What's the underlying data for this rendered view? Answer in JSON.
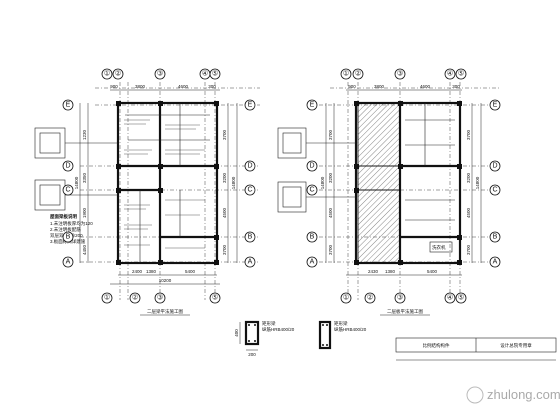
{
  "left_plan": {
    "top_axes": [
      "①",
      "②",
      "③",
      "④",
      "⑤"
    ],
    "bottom_axes": [
      "①",
      "②",
      "③",
      "⑤"
    ],
    "row_axes": [
      "E",
      "D",
      "C",
      "B",
      "A"
    ],
    "top_dims": [
      "900",
      "3800",
      "4600",
      "300"
    ],
    "bottom_dims": [
      "2400",
      "1380",
      "5400"
    ],
    "bottom_total": "10200",
    "left_dims": [
      "1230",
      "3350",
      "1900",
      "4450"
    ],
    "left_total": "14800",
    "right_dims": [
      "3700",
      "3200",
      "4500",
      "3700"
    ],
    "right_total": "14800",
    "legend_title": "屋面梁板说明",
    "legend_lines": [
      "1.未注明板厚均为120",
      "2.未注明板配筋",
      "双层双向8@200",
      "3.板面标高详建施"
    ],
    "caption": "二层梁平法施工图"
  },
  "right_plan": {
    "top_axes": [
      "①",
      "②",
      "③",
      "④",
      "⑤"
    ],
    "bottom_axes": [
      "①",
      "②",
      "③",
      "④",
      "⑤"
    ],
    "row_axes": [
      "E",
      "D",
      "C",
      "B",
      "A"
    ],
    "top_dims": [
      "900",
      "3800",
      "4600",
      "300"
    ],
    "bottom_dims": [
      "2430",
      "1380",
      "5400"
    ],
    "left_dims": [
      "3700",
      "3200",
      "4500",
      "3700"
    ],
    "left_total": "14800",
    "right_dims": [
      "3700",
      "3200",
      "4500",
      "3700"
    ],
    "right_total": "14800",
    "room_label": "洗衣机",
    "caption": "二层板平法施工图"
  },
  "details": {
    "d1_dims": [
      "200",
      "400"
    ],
    "d1_text": [
      "矩形梁",
      "纵筋HRB400/20"
    ],
    "d2_text": [
      "矩形梁",
      "纵筋HRB400/20"
    ]
  },
  "title_block": {
    "cells": [
      "比例结构构件",
      "设计总院专用章"
    ]
  },
  "watermark": "zhulong.com"
}
